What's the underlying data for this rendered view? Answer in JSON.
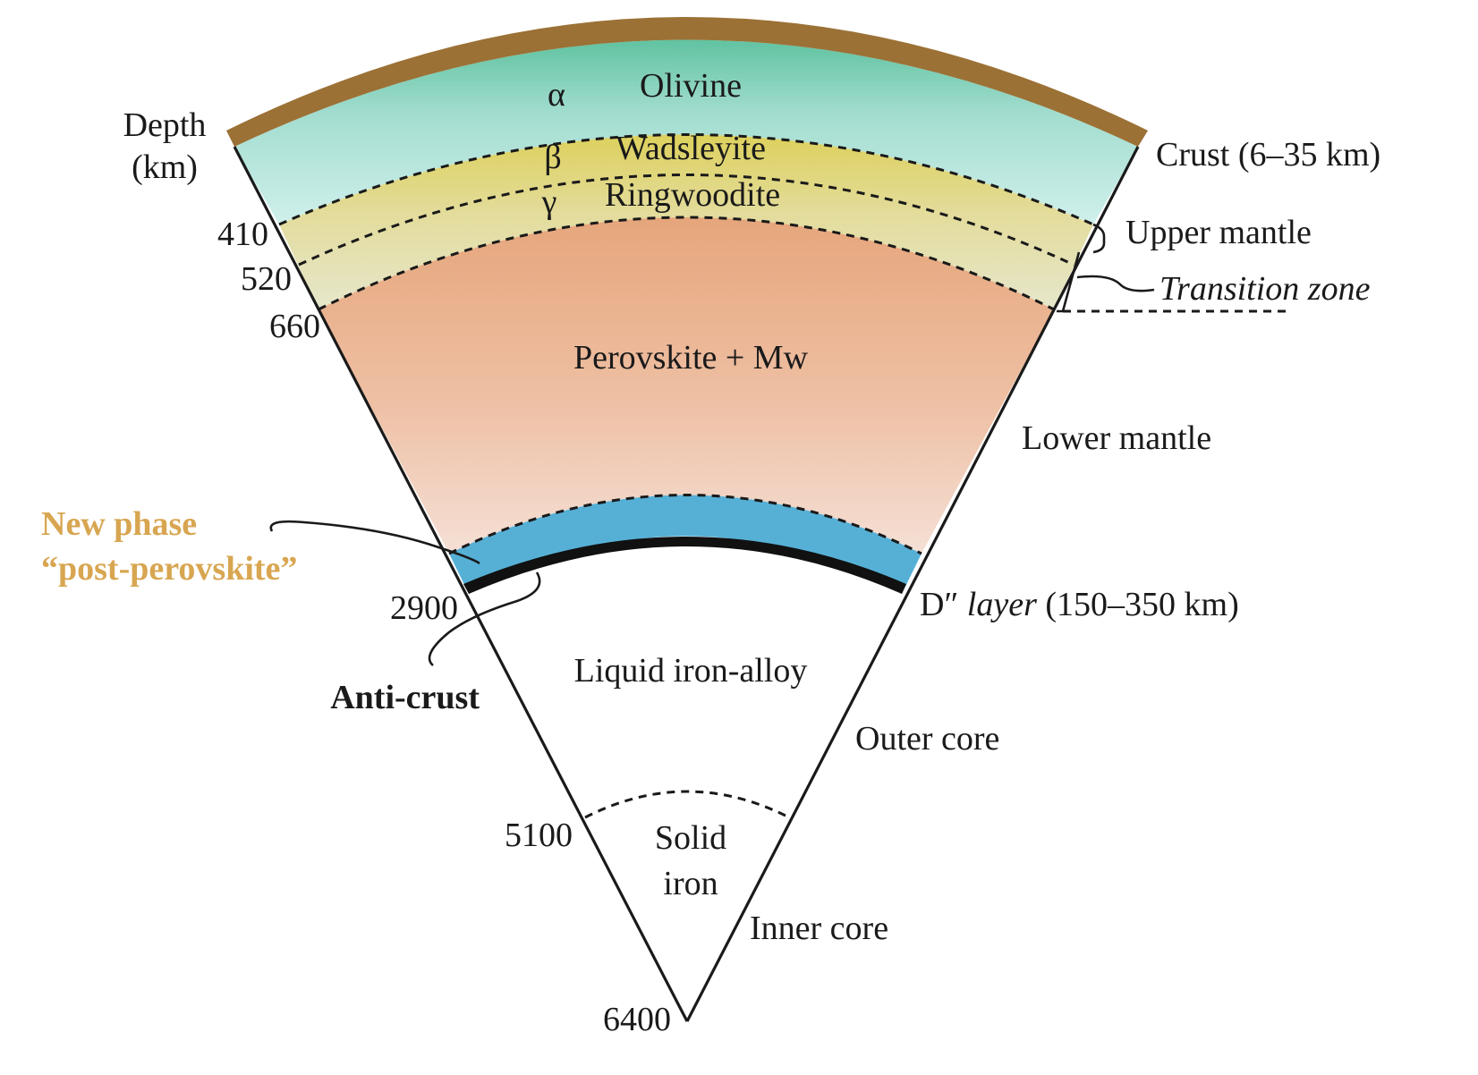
{
  "axis": {
    "title_line1": "Depth",
    "title_line2": "(km)",
    "depth_410": "410",
    "depth_520": "520",
    "depth_660": "660",
    "depth_2900": "2900",
    "depth_5100": "5100",
    "depth_6400": "6400"
  },
  "phases": {
    "alpha_symbol": "α",
    "olivine": "Olivine",
    "beta_symbol": "β",
    "wadsleyite": "Wadsleyite",
    "gamma_symbol": "γ",
    "ringwoodite": "Ringwoodite",
    "perovskite": "Perovskite + Mw",
    "liquid_iron": "Liquid iron-alloy",
    "solid_line1": "Solid",
    "solid_line2": "iron"
  },
  "layers": {
    "crust": "Crust (6–35 km)",
    "upper_mantle": "Upper mantle",
    "transition_zone": "Transition zone",
    "lower_mantle": "Lower mantle",
    "d_layer_prefix": "D″",
    "d_layer_italic": "layer",
    "d_layer_range": "(150–350 km)",
    "outer_core": "Outer core",
    "inner_core": "Inner core"
  },
  "callouts": {
    "new_phase_line1": "New phase",
    "new_phase_line2": "“post-perovskite”",
    "anti_crust": "Anti-crust"
  },
  "colors": {
    "crust": "#9b7136",
    "olivine_top": "#4dbb93",
    "olivine_bottom": "#d3f1ee",
    "transition_top": "#dccf55",
    "transition_bottom": "#e6e6c9",
    "lower_mantle_top": "#e6a67c",
    "lower_mantle_bottom": "#f4dcd2",
    "post_perovskite": "#56b0d6",
    "anti_crust": "#111111",
    "highlight_label": "#d8a651"
  }
}
